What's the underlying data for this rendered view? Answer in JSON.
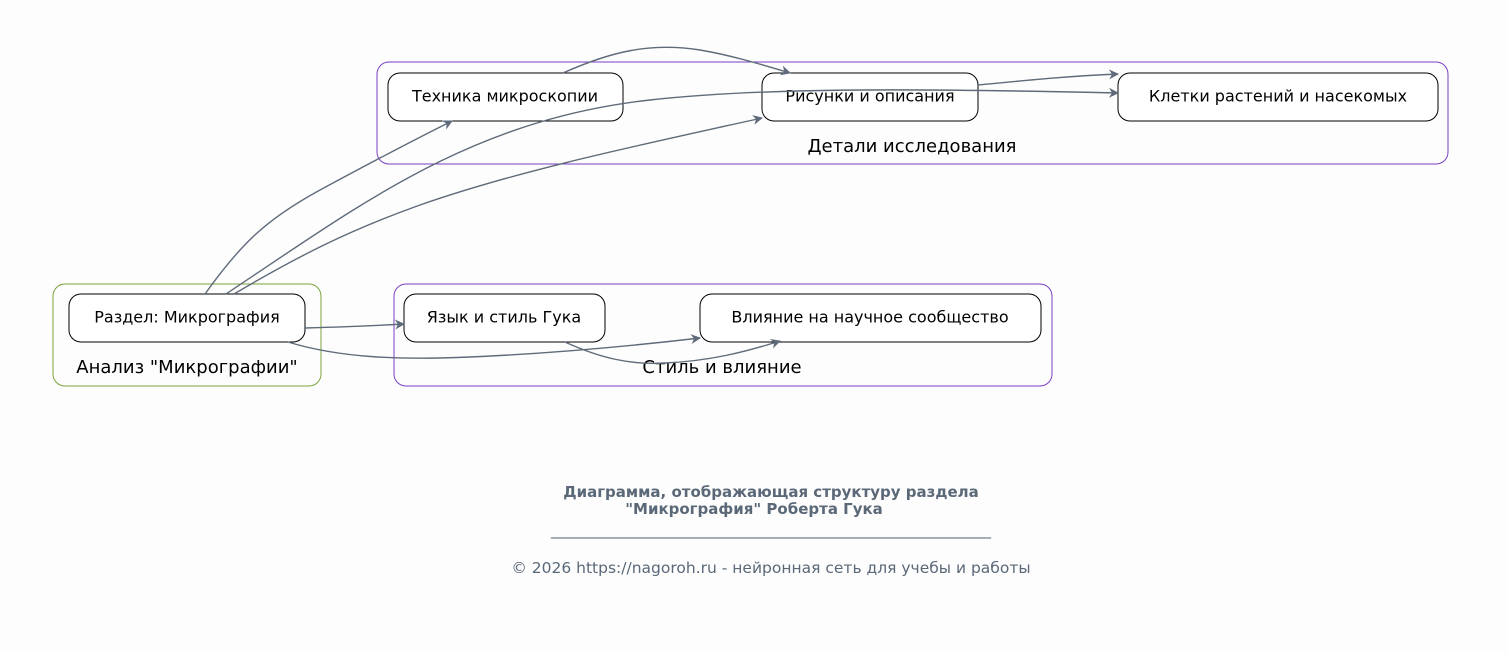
{
  "clusters": {
    "details": {
      "label": "Детали исследования",
      "color": "#7b3fc4"
    },
    "analysis": {
      "label": "Анализ \"Микрографии\"",
      "color": "#7aa33a"
    },
    "style": {
      "label": "Стиль и влияние",
      "color": "#7b3fc4"
    }
  },
  "nodes": {
    "technique": "Техника микроскопии",
    "drawings": "Рисунки и описания",
    "cells": "Клетки растений и насекомых",
    "section": "Раздел: Микрография",
    "language": "Язык и стиль Гука",
    "influence": "Влияние на научное сообщество"
  },
  "caption": {
    "line1": "Диаграмма, отображающая структуру раздела",
    "line2": "\"Микрография\" Роберта Гука",
    "separator": "________________________________________________",
    "footer": "© 2026 https://nagoroh.ru - нейронная сеть для учебы и работы"
  },
  "edge_color": "#5f6b7a"
}
